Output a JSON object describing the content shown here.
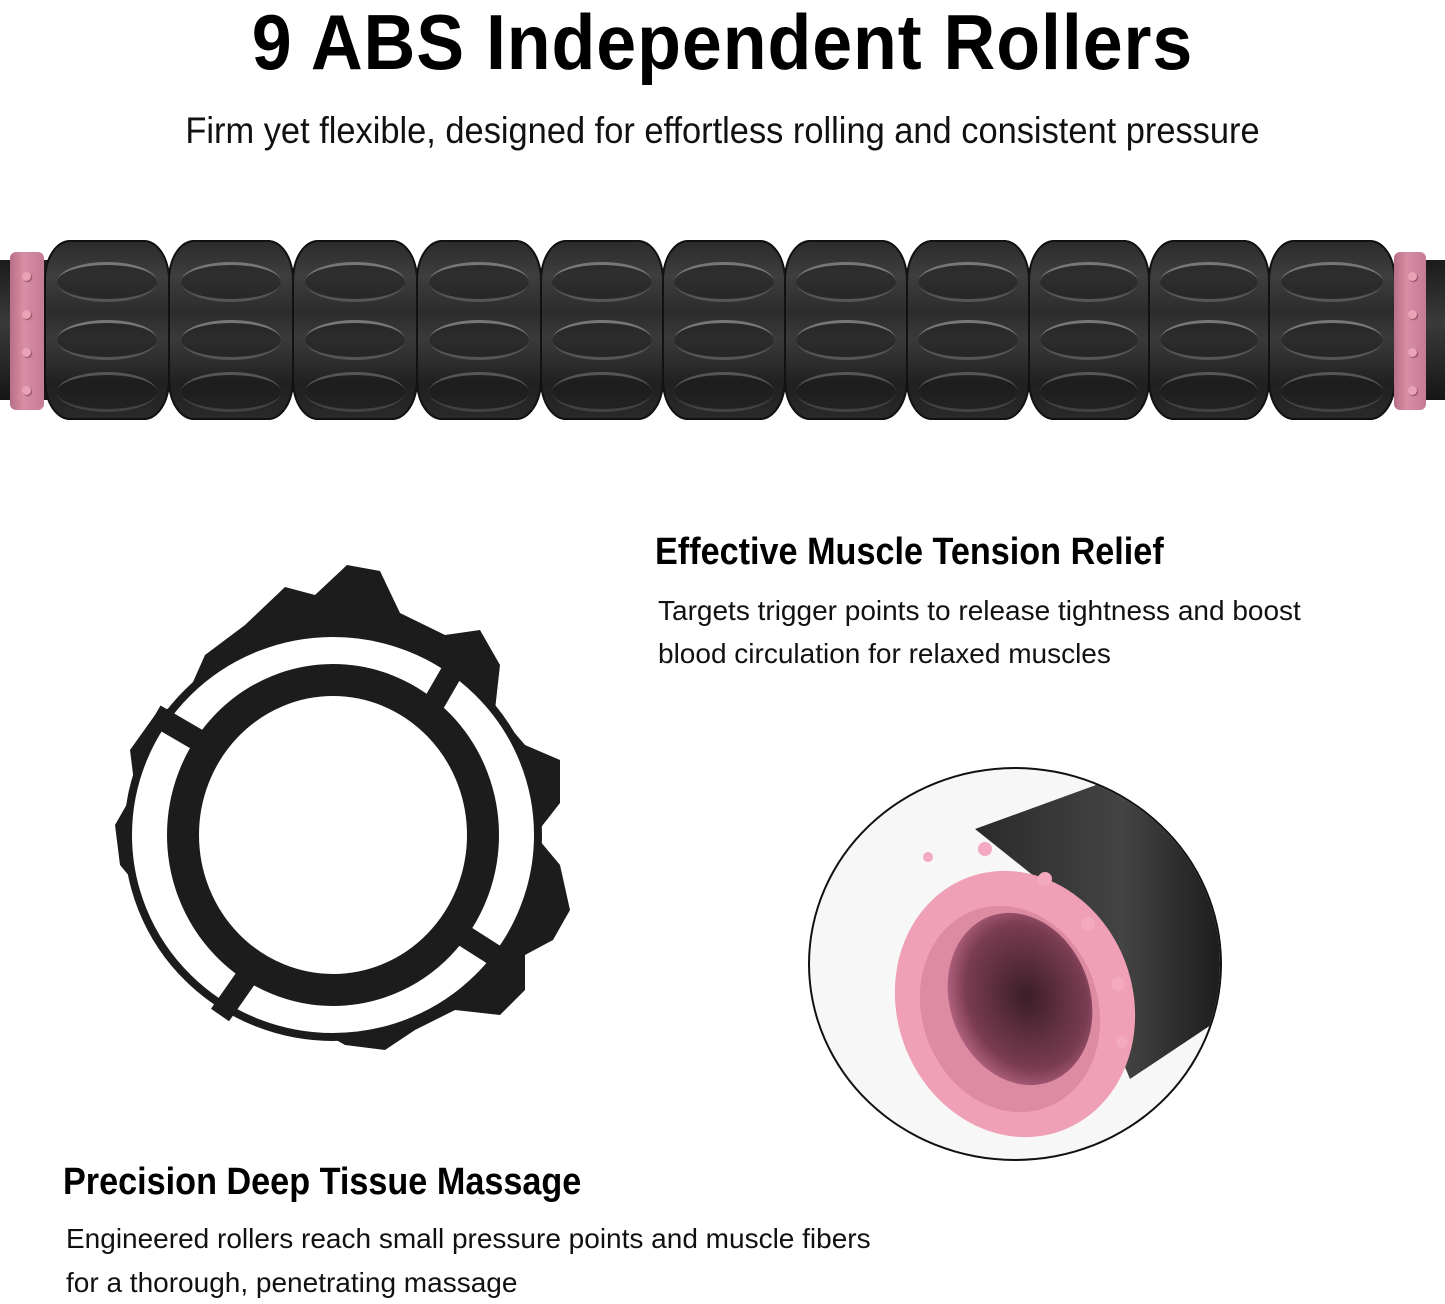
{
  "header": {
    "title": "9 ABS Independent Rollers",
    "subtitle": "Firm yet flexible, designed for effortless rolling and consistent pressure"
  },
  "product_image": {
    "description": "Muscle roller stick with black ABS roller segments and pink end collars",
    "roller_segment_count_visible": 11,
    "colors": {
      "roller": "#2b2b2b",
      "collar": "#d48aa1",
      "background": "#ffffff"
    }
  },
  "features": [
    {
      "title": "Effective Muscle Tension Relief",
      "body_lines": [
        "Targets trigger points to release tightness and boost",
        "blood circulation for relaxed muscles"
      ]
    },
    {
      "title": "Precision Deep Tissue Massage",
      "body_lines": [
        "Engineered rollers reach small pressure points and muscle fibers",
        "for a thorough, penetrating massage"
      ]
    }
  ],
  "detail_images": {
    "roller_cross_section": "gear-shaped roller ring cross-section",
    "end_cap_closeup": "pink studded end collar close-up"
  }
}
